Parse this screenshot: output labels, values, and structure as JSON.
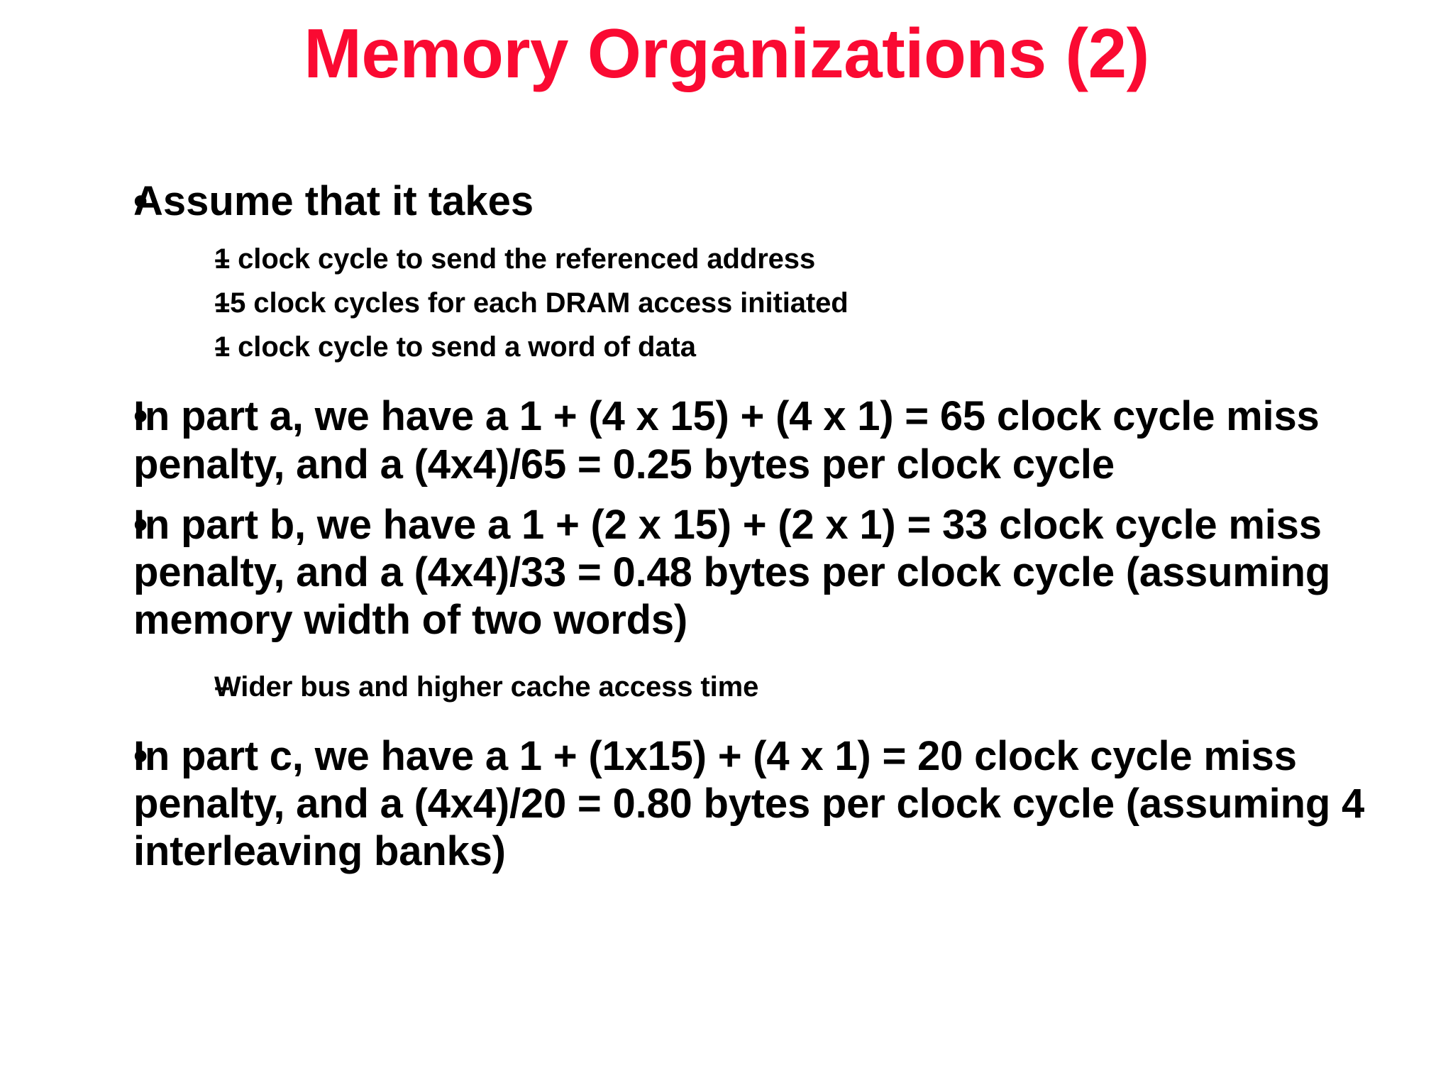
{
  "slide": {
    "title": "Memory Organizations (2)",
    "title_color": "#FA0A32",
    "background_color": "#FFFFFF",
    "text_color": "#000000",
    "bullet_marker_level1": "•",
    "bullet_marker_level2": "–",
    "content": [
      {
        "level": 1,
        "name": "bullet-assume",
        "text": "Assume that it takes"
      },
      {
        "level": 2,
        "name": "sub-bullet-address",
        "text": "1 clock cycle to send the referenced address"
      },
      {
        "level": 2,
        "name": "sub-bullet-dram",
        "text": "15 clock cycles for each DRAM access initiated"
      },
      {
        "level": 2,
        "name": "sub-bullet-word",
        "text": "1 clock cycle to send a word of data"
      },
      {
        "level": 1,
        "name": "bullet-part-a",
        "text": "In part a, we have a 1 + (4 x 15) + (4 x 1) = 65 clock cycle miss penalty, and a (4x4)/65 = 0.25 bytes per clock cycle"
      },
      {
        "level": 1,
        "name": "bullet-part-b",
        "text": "In part b, we have a 1 + (2 x 15) + (2 x 1) = 33 clock cycle miss penalty, and a (4x4)/33 = 0.48 bytes per clock cycle (assuming memory width of two words)"
      },
      {
        "level": 2,
        "name": "sub-bullet-wider-bus",
        "text": "Wider bus and higher cache access time"
      },
      {
        "level": 1,
        "name": "bullet-part-c",
        "text": "In part c, we have a 1 + (1x15) + (4 x 1) = 20 clock cycle miss penalty, and a (4x4)/20 = 0.80 bytes per clock cycle (assuming 4 interleaving banks)"
      }
    ]
  }
}
